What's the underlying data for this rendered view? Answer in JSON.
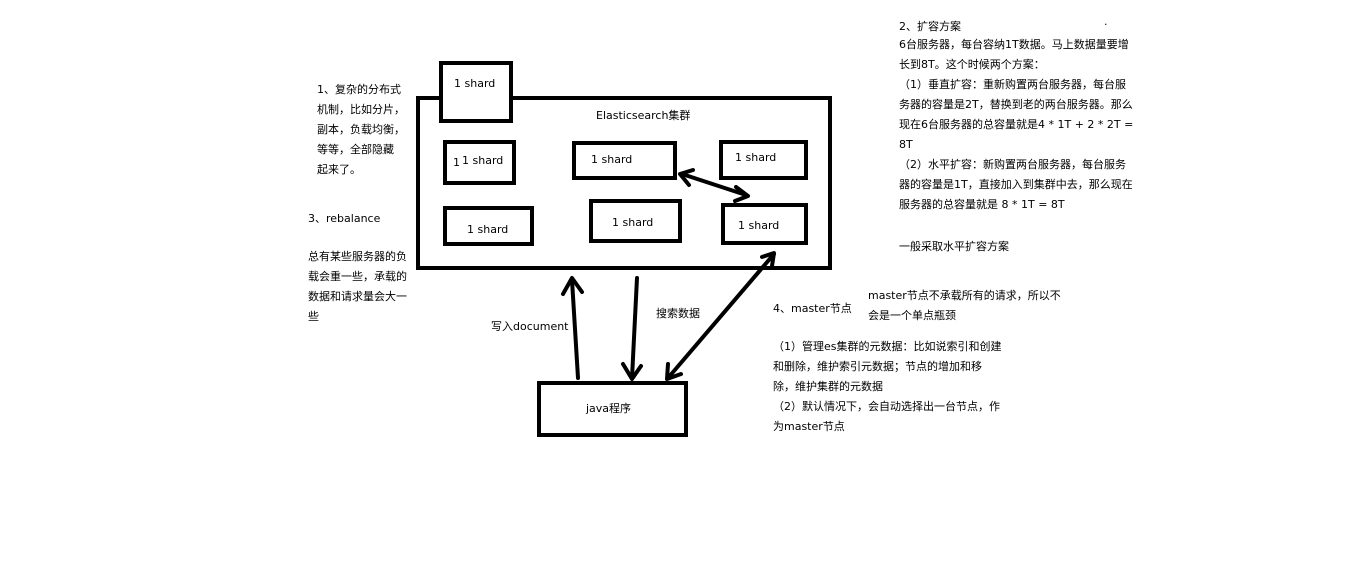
{
  "cluster": {
    "title": "Elasticsearch集群"
  },
  "shard_label": "1 shard",
  "stray_mark": "1",
  "java_program": "java程序",
  "arrow_write": "写入document",
  "arrow_search": "搜索数据",
  "note1": {
    "lines": [
      "1、复杂的分布式",
      "机制，比如分片，",
      "副本，负载均衡，",
      "等等，全部隐藏",
      "起来了。"
    ]
  },
  "note3": {
    "title": "3、rebalance",
    "lines": [
      "总有某些服务器的负",
      "载会重一些，承载的",
      "数据和请求量会大一",
      "些"
    ]
  },
  "note2": {
    "title": "2、扩容方案",
    "lines": [
      "6台服务器，每台容纳1T数据。马上数据量要增",
      "长到8T。这个时候两个方案：",
      "（1）垂直扩容：重新购置两台服务器，每台服",
      "务器的容量是2T，替换到老的两台服务器。那么",
      "现在6台服务器的总容量就是4 * 1T + 2 * 2T =",
      "8T",
      "（2）水平扩容：新购置两台服务器，每台服务",
      "器的容量是1T，直接加入到集群中去，那么现在",
      "服务器的总容量就是 8 * 1T = 8T"
    ],
    "conclusion": "一般采取水平扩容方案"
  },
  "note4": {
    "title": "4、master节点",
    "intro": [
      "master节点不承载所有的请求，所以不",
      "会是一个单点瓶颈"
    ],
    "lines": [
      "（1）管理es集群的元数据：比如说索引和创建",
      "和删除，维护索引元数据；节点的增加和移",
      "除，维护集群的元数据",
      "（2）默认情况下，会自动选择出一台节点，作",
      "为master节点"
    ]
  },
  "dot": "."
}
